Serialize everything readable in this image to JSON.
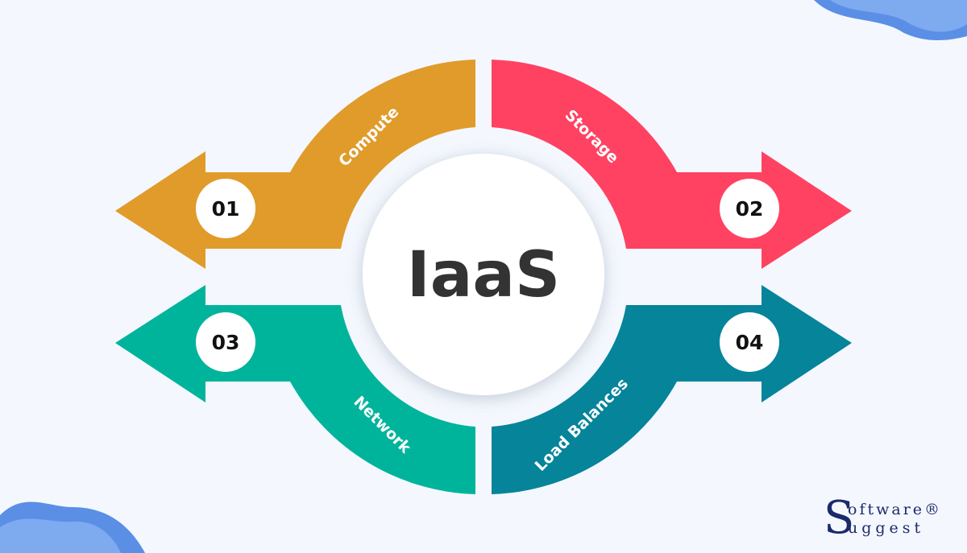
{
  "center_label": "IaaS",
  "items": [
    {
      "number": "01",
      "label": "Compute",
      "color": "#E09B2A"
    },
    {
      "number": "02",
      "label": "Storage",
      "color": "#FF4262"
    },
    {
      "number": "03",
      "label": "Network",
      "color": "#00B49C"
    },
    {
      "number": "04",
      "label": "Load Balances",
      "color": "#05849A"
    }
  ],
  "logo": {
    "line1": "oftware®",
    "line2": "uggest",
    "initial": "S"
  }
}
